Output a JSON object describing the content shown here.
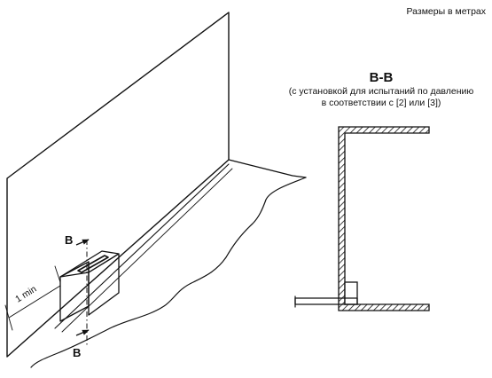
{
  "header": {
    "units_note": "Размеры в метрах"
  },
  "section": {
    "title": "B-B",
    "caption_lines": [
      "(с установкой для испытаний по давлению",
      "в соответствии с [2] или [3])"
    ]
  },
  "perspective": {
    "cut_marker_top": "B",
    "cut_marker_bottom": "B",
    "dimension_label": "1 min"
  }
}
